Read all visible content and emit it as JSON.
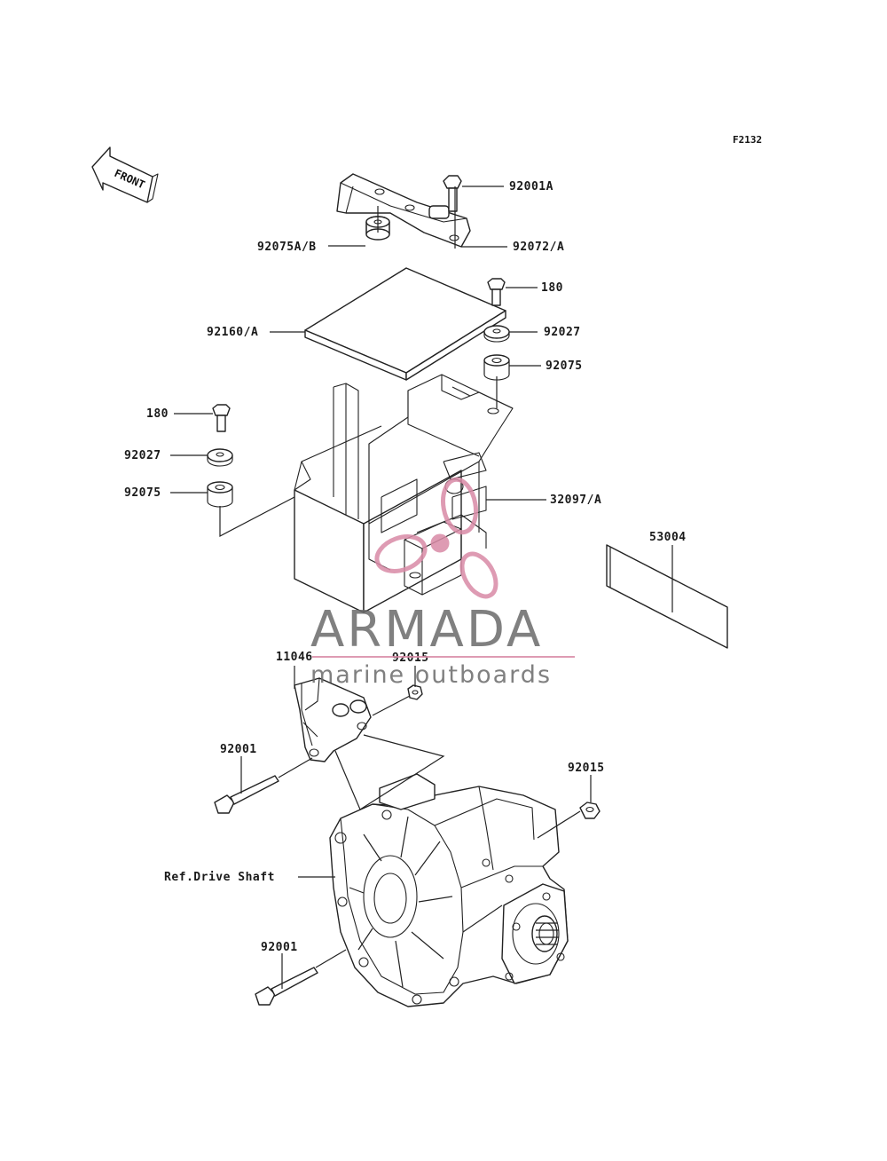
{
  "figure_id": "F2132",
  "front_label": "FRONT",
  "callouts": {
    "bracket_bolt": "92001A",
    "damper_ab": "92075A/B",
    "bracket": "92072/A",
    "top_bolt": "180",
    "pad": "92160/A",
    "washer_right": "92027",
    "damper_right": "92075",
    "left_bolt": "180",
    "washer_left": "92027",
    "damper_left": "92075",
    "case": "32097/A",
    "label_plate": "53004",
    "mount": "11046",
    "nut_upper": "92015",
    "bolt_upper": "92001",
    "nut_right": "92015",
    "ref_drive_shaft": "Ref.Drive Shaft",
    "bolt_lower": "92001"
  },
  "watermark": {
    "brand": "ARMADA",
    "tagline": "marine outboards",
    "accent_color": "#d98aa6",
    "text_color": "#6a6a6a"
  }
}
